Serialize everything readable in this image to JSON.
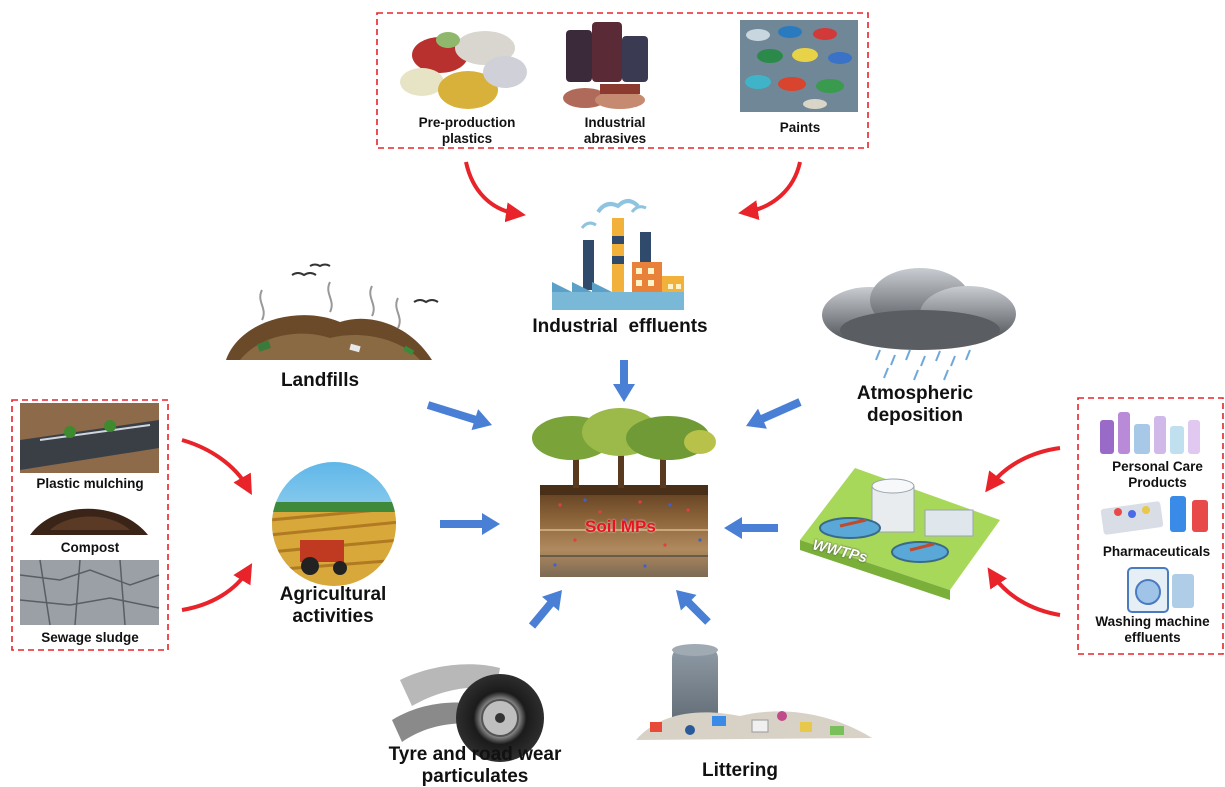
{
  "industrial_sources": {
    "pre_production_plastics": {
      "line1": "Pre-production",
      "line2": "plastics"
    },
    "industrial_abrasives": {
      "line1": "Industrial",
      "line2": "abrasives"
    },
    "paints": "Paints"
  },
  "industrial_effluents": "Industrial  effluents",
  "landfills": "Landfills",
  "atmospheric_deposition": {
    "line1": "Atmospheric",
    "line2": "deposition"
  },
  "soil": "Soil MPs",
  "agriculture": {
    "line1": "Agricultural",
    "line2": "activities"
  },
  "agri_inputs": {
    "plastic_mulching": "Plastic mulching",
    "compost": "Compost",
    "sewage_sludge": "Sewage sludge"
  },
  "wwtps": "WWTPs",
  "wastewater_inputs": {
    "personal_care": {
      "line1": "Personal Care",
      "line2": "Products"
    },
    "pharmaceuticals": "Pharmaceuticals",
    "washing_machine": {
      "line1": "Washing machine",
      "line2": "effluents"
    }
  },
  "tyre_wear": {
    "line1": "Tyre and road wear",
    "line2": "particulates"
  },
  "littering": "Littering",
  "colors": {
    "red_arrow": "#e8232a",
    "blue_arrow": "#4a7fd6",
    "dashed_box": "#e8232a",
    "soil_label": "#e8141c"
  }
}
